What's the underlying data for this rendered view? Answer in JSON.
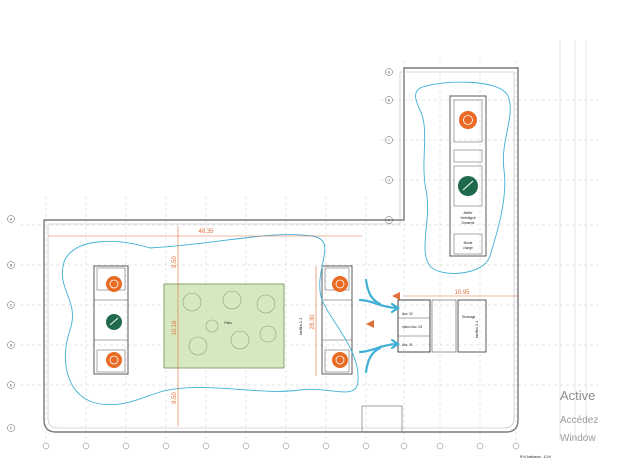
{
  "plan": {
    "dimensions": {
      "width_main": "48.35",
      "depth_top": "8.50",
      "depth_mid": "10.16",
      "depth_bottom": "8.50",
      "wing_width": "10.95",
      "trifila_height": "28.30"
    },
    "rooms": {
      "courtyard": "Patio",
      "trifila_left": "tarifila 1.1",
      "trifila_right": "tarifila 2.1",
      "storage": "Stockage",
      "lift_option": "option Asc. 03",
      "lift_02": "Asc. 02",
      "lift_01": "Asc. 01",
      "workshop_line1": "Atelier",
      "workshop_line2": "Verfräligué",
      "workshop_line3": "Droiserie",
      "freight_lift_line1": "Monte",
      "freight_lift_line2": "charge"
    },
    "grid_labels_left": [
      "A",
      "B",
      "C",
      "D",
      "E",
      "F"
    ],
    "grid_labels_right": [
      "G",
      "H",
      "I",
      "J",
      "K"
    ],
    "footer": "R+0 Ambiance - 1/1%"
  },
  "watermark": {
    "line1": "Active",
    "line2": "Accédez",
    "line3": "Window"
  },
  "colors": {
    "flow": "#3fb0d6",
    "dimension": "#e0703a",
    "courtyard": "#d6e8c0",
    "badge_orange": "#e86a24",
    "badge_green": "#1f6a4c"
  }
}
